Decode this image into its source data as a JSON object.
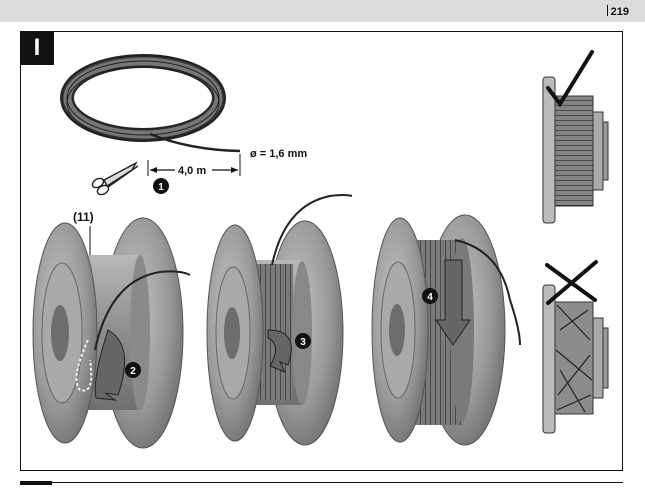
{
  "header": {
    "page_number": "219"
  },
  "figure": {
    "section_letter": "I",
    "callouts": {
      "part_number": "(11)",
      "length": "4,0 m",
      "diameter": "ø = 1,6 mm"
    },
    "steps": [
      "1",
      "2",
      "3",
      "4"
    ],
    "status": {
      "correct": "check-mark",
      "incorrect": "cross-mark"
    }
  },
  "colors": {
    "spool": "#9a9a9a",
    "spool_dark": "#6f6f6f",
    "line": "#222222",
    "badge": "#111111"
  }
}
